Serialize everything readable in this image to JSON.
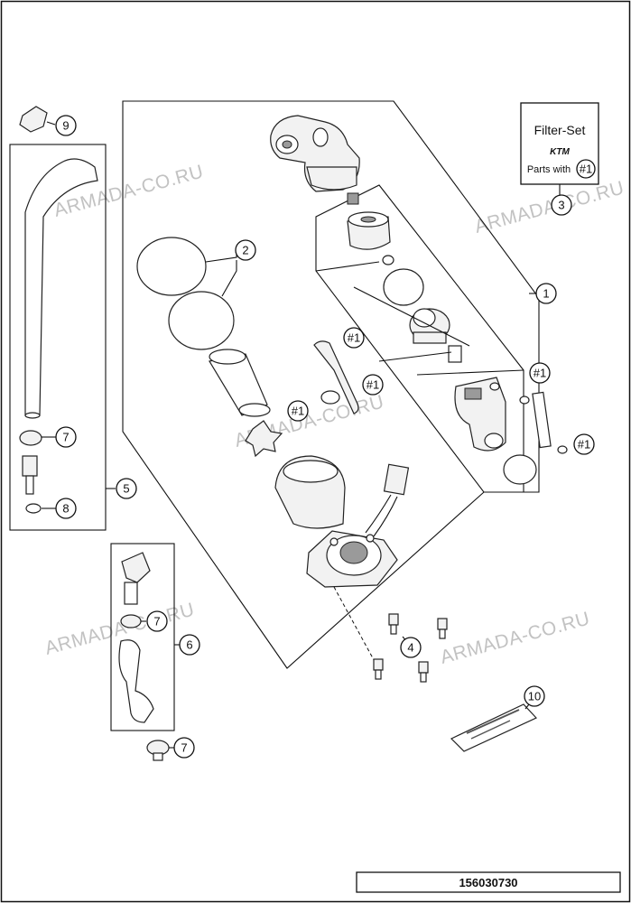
{
  "watermark": "ARMADA-CO.RU",
  "drawing_number": "156030730",
  "filter_set": {
    "title": "Filter-Set",
    "brand": "KTM",
    "caption": "Parts with",
    "ref": "#1"
  },
  "callouts": {
    "c1": "1",
    "c2": "2",
    "c3": "3",
    "c4": "4",
    "c5": "5",
    "c6": "6",
    "c7a": "7",
    "c7b": "7",
    "c7c": "7",
    "c8": "8",
    "c9": "9",
    "c10": "10",
    "r1": "#1",
    "r2": "#1",
    "r3": "#1",
    "r4": "#1",
    "r5": "#1"
  }
}
